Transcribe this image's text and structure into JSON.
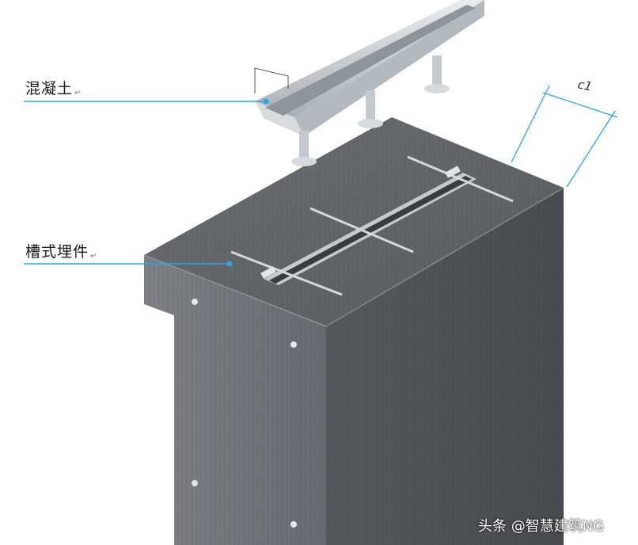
{
  "labels": {
    "concrete": "混凝土",
    "embedded_part": "槽式埋件",
    "paragraph_mark": "↵"
  },
  "dimension": {
    "label": "c1"
  },
  "watermark": "头条 @智慧建筑NG",
  "colors": {
    "leader_line": "#2aa7e0",
    "concrete_top": "#5f6468",
    "concrete_front": "#6f757a",
    "concrete_side": "#4c5155",
    "steel": "#c9ced2"
  }
}
